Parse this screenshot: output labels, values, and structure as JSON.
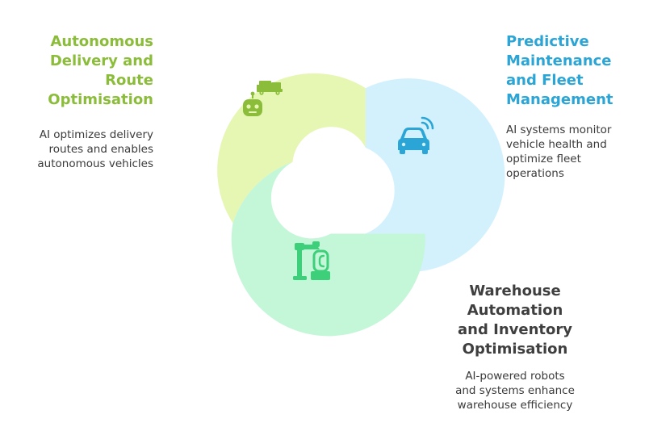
{
  "colors": {
    "delivery_fill": "#e6f6b3",
    "maintenance_fill": "#d3f1fd",
    "warehouse_fill": "#c4f6d8",
    "delivery_accent": "#8bbd3a",
    "maintenance_accent": "#2aa5d6",
    "warehouse_accent": "#3ecf7a",
    "warehouse_title": "#3f3f3f",
    "body_text": "#3a3a3a"
  },
  "sections": {
    "delivery": {
      "title_lines": [
        "Autonomous",
        "Delivery and",
        "Route",
        "Optimisation"
      ],
      "desc_lines": [
        "AI optimizes delivery",
        "routes and enables",
        "autonomous vehicles"
      ],
      "icons": [
        "truck-icon",
        "robot-icon"
      ]
    },
    "maintenance": {
      "title_lines": [
        "Predictive",
        "Maintenance",
        "and Fleet",
        "Management"
      ],
      "desc_lines": [
        "AI systems monitor",
        "vehicle health and",
        "optimize fleet",
        "operations"
      ],
      "icons": [
        "connected-car-icon"
      ]
    },
    "warehouse": {
      "title_lines": [
        "Warehouse",
        "Automation",
        "and Inventory",
        "Optimisation"
      ],
      "desc_lines": [
        "AI-powered robots",
        "and systems enhance",
        "warehouse efficiency"
      ],
      "icons": [
        "robotic-arm-icon"
      ]
    }
  }
}
